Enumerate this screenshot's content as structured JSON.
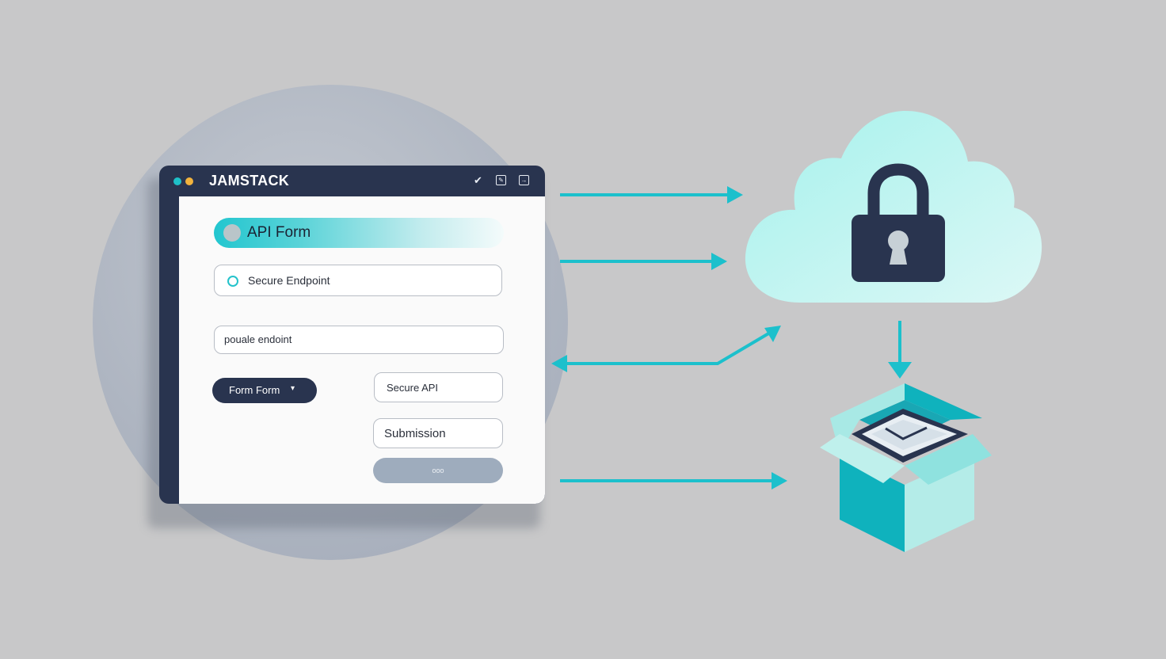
{
  "window": {
    "title": "JAMSTACK",
    "icons": [
      "check-icon",
      "edit-icon",
      "exit-icon"
    ]
  },
  "form": {
    "header": "API Form",
    "field_1": "Secure Endpoint",
    "field_2": "pouale endoint",
    "button_dark": "Form Form",
    "field_3": "Secure API",
    "field_4": "Submission",
    "button_grey": "ooo"
  },
  "icons": {
    "cloud": "cloud-icon",
    "lock": "lock-icon",
    "box": "open-box-icon"
  },
  "colors": {
    "accent": "#1ec0c8",
    "navy": "#29344f",
    "cloud": "#b8f2ef",
    "background": "#c8c8c9"
  }
}
